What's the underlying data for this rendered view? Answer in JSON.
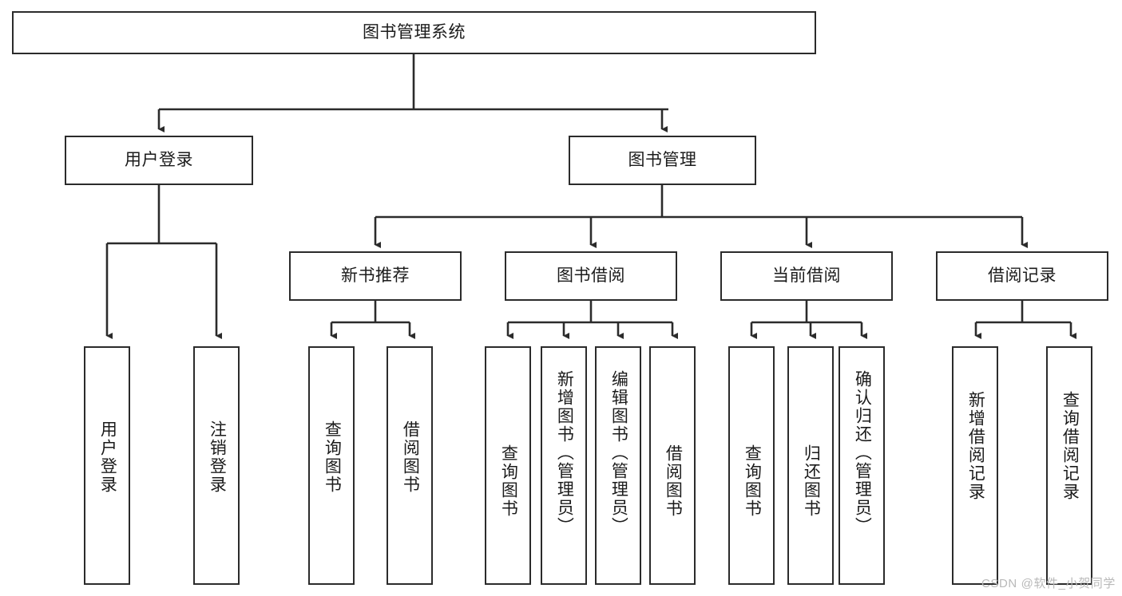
{
  "diagram": {
    "title": "图书管理系统",
    "type": "tree-hierarchy-chart",
    "watermark": "CSDN @软件_小贺同学",
    "colors": {
      "stroke": "#2b2b2b",
      "fill": "#ffffff",
      "text": "#1b1b1b",
      "watermark": "#b9b9b9"
    },
    "root": {
      "label": "图书管理系统"
    },
    "level2": [
      {
        "label": "用户登录"
      },
      {
        "label": "图书管理"
      }
    ],
    "level3": [
      {
        "label": "新书推荐"
      },
      {
        "label": "图书借阅"
      },
      {
        "label": "当前借阅"
      },
      {
        "label": "借阅记录"
      }
    ],
    "leaves": {
      "user_login": [
        {
          "label": "用户登录"
        },
        {
          "label": "注销登录"
        }
      ],
      "new_book": [
        {
          "label": "查询图书"
        },
        {
          "label": "借阅图书"
        }
      ],
      "book_borrow": [
        {
          "label": "查询图书"
        },
        {
          "label": "新增图书（管理员）"
        },
        {
          "label": "编辑图书（管理员）"
        },
        {
          "label": "借阅图书"
        }
      ],
      "current_borrow": [
        {
          "label": "查询图书"
        },
        {
          "label": "归还图书"
        },
        {
          "label": "确认归还（管理员）"
        }
      ],
      "borrow_record": [
        {
          "label": "新增借阅记录"
        },
        {
          "label": "查询借阅记录"
        }
      ]
    }
  }
}
